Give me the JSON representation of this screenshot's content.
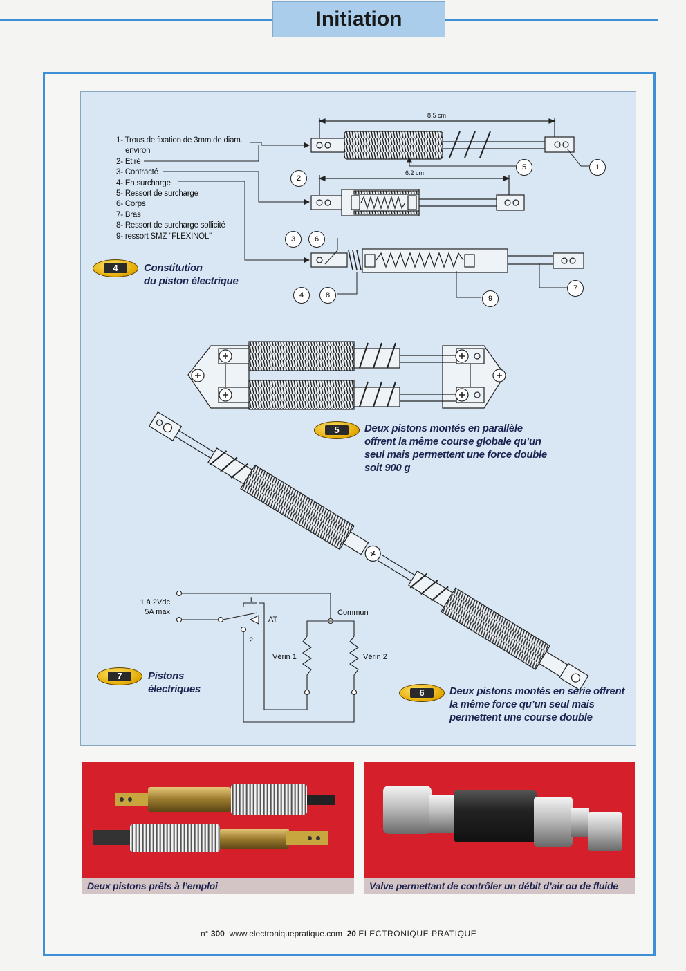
{
  "header": {
    "title": "Initiation"
  },
  "figure4": {
    "legend": [
      "1- Trous de fixation de 3mm de diam.",
      "environ",
      "2- Etiré",
      "3- Contracté",
      "4- En surcharge",
      "5- Ressort de surcharge",
      "6- Corps",
      "7- Bras",
      "8- Ressort de surcharge sollicité",
      "9- ressort SMZ \"FLEXINOL\""
    ],
    "dimension_top": "8.5 cm",
    "dimension_mid": "6.2 cm",
    "callouts": [
      "1",
      "2",
      "3",
      "4",
      "5",
      "6",
      "7",
      "8",
      "9"
    ],
    "badge": "4",
    "caption": [
      "Constitution",
      "du piston électrique"
    ]
  },
  "figure5": {
    "badge": "5",
    "caption": [
      "Deux pistons montés en parallèle",
      "offrent la même course globale qu’un",
      "seul mais permettent une force double",
      "soit 900 g"
    ]
  },
  "figure6": {
    "badge": "6",
    "caption": [
      "Deux pistons montés en série offrent",
      "la même force qu’un seul mais",
      "permettent une course double"
    ]
  },
  "figure7": {
    "badge": "7",
    "caption": [
      "Pistons",
      "électriques"
    ],
    "supply": [
      "1 à 2Vdc",
      "5A max"
    ],
    "switch_label": "AT",
    "pos1": "1",
    "pos2": "2",
    "common": "Commun",
    "verin1": "Vérin 1",
    "verin2": "Vérin 2"
  },
  "photos": [
    {
      "caption": "Deux pistons prêts à l’emploi"
    },
    {
      "caption": "Valve permettant de contrôler un débit d’air ou de fluide"
    }
  ],
  "footer": {
    "issue_prefix": "n°",
    "issue": "300",
    "url": "www.electroniquepratique.com",
    "page": "20",
    "publication": "ELECTRONIQUE PRATIQUE"
  }
}
